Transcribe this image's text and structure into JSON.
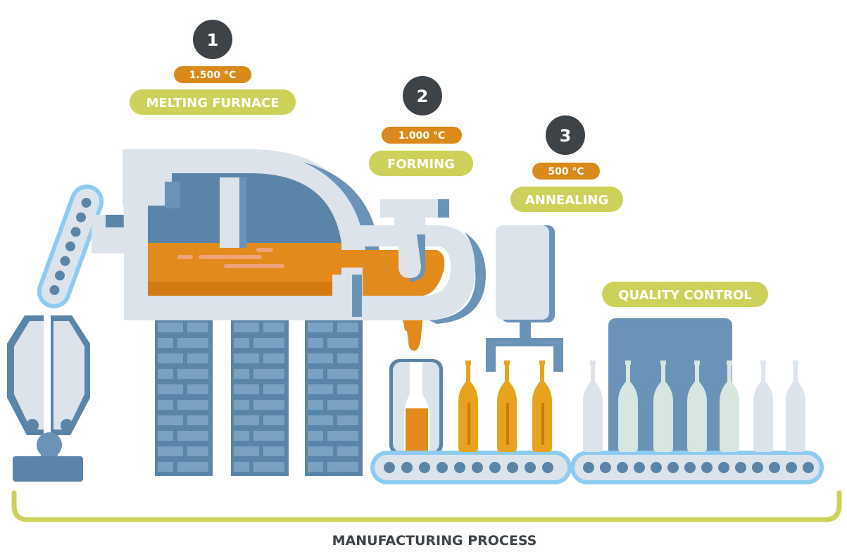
{
  "steps": [
    {
      "number": "1",
      "temperature": "1.500 °C",
      "name": "MELTING FURNACE"
    },
    {
      "number": "2",
      "temperature": "1.000 °C",
      "name": "FORMING"
    },
    {
      "number": "3",
      "temperature": "500 °C",
      "name": "ANNEALING"
    }
  ],
  "quality_control": "QUALITY CONTROL",
  "process_label": "MANUFACTURING PROCESS",
  "colors": {
    "steel_dark": "#5b84a9",
    "steel_light": "#dde3ea",
    "brick": "#6b92b7",
    "molten_orange": "#e28a1c",
    "temp_badge": "#d98a1b",
    "name_badge": "#cdd15a",
    "number_circle": "#3e4347",
    "conveyor": "#8ecbf0",
    "bracket": "#cdd15a"
  }
}
